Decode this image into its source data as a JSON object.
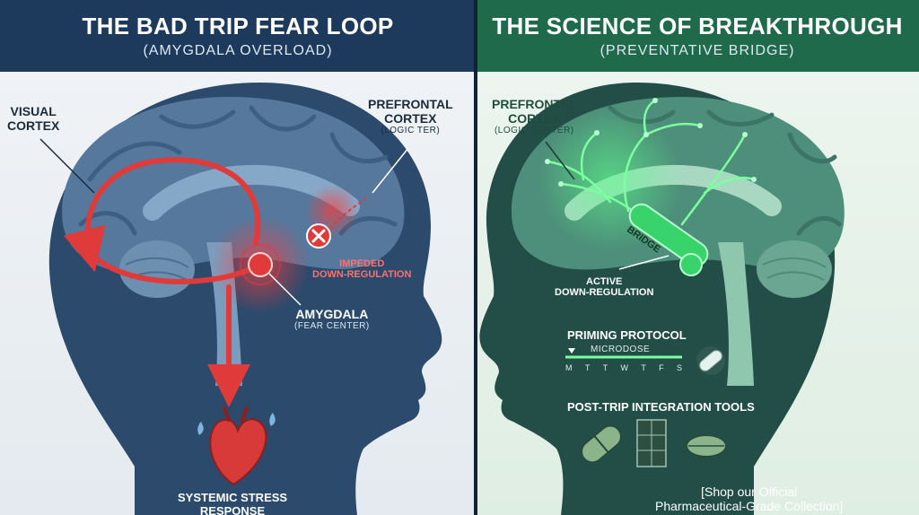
{
  "left_panel": {
    "title": "THE BAD TRIP FEAR LOOP",
    "subtitle": "(AMYGDALA OVERLOAD)",
    "labels": {
      "visual_cortex_1": "VISUAL",
      "visual_cortex_2": "CORTEX",
      "prefrontal_1": "PREFRONTAL",
      "prefrontal_2": "CORTEX",
      "prefrontal_sub": "(LOGIC TER)",
      "impeded_1": "IMPEDED",
      "impeded_2": "DOWN-REGULATION",
      "amygdala": "AMYGDALA",
      "amygdala_sub": "(FEAR CENTER)",
      "stress_1": "SYSTEMIC STRESS",
      "stress_2": "RESPONSE"
    }
  },
  "right_panel": {
    "title": "THE SCIENCE OF BREAKTHROUGH",
    "subtitle": "(PREVENTATIVE BRIDGE)",
    "labels": {
      "prefrontal_1": "PREFRONTAL",
      "prefrontal_2": "CORTEX",
      "prefrontal_sub": "(LOGIC CENTER)",
      "bridge": "BRIDGE",
      "active_1": "ACTIVE",
      "active_2": "DOWN-REGULATION",
      "priming_protocol": "PRIMING PROTOCOL",
      "microdose": "MICRODOSE",
      "days": [
        "M",
        "T",
        "T",
        "W",
        "T",
        "F",
        "S"
      ],
      "post_trip": "POST-TRIP INTEGRATION TOOLS",
      "shop_1": "[Shop our Official",
      "shop_2": "Pharmaceutical-Grade Collection]"
    }
  },
  "colors": {
    "left_header": "#1d3a5c",
    "right_header": "#1f6a4a",
    "fear_red": "#e03a3a",
    "bridge_green": "#38d36a"
  }
}
